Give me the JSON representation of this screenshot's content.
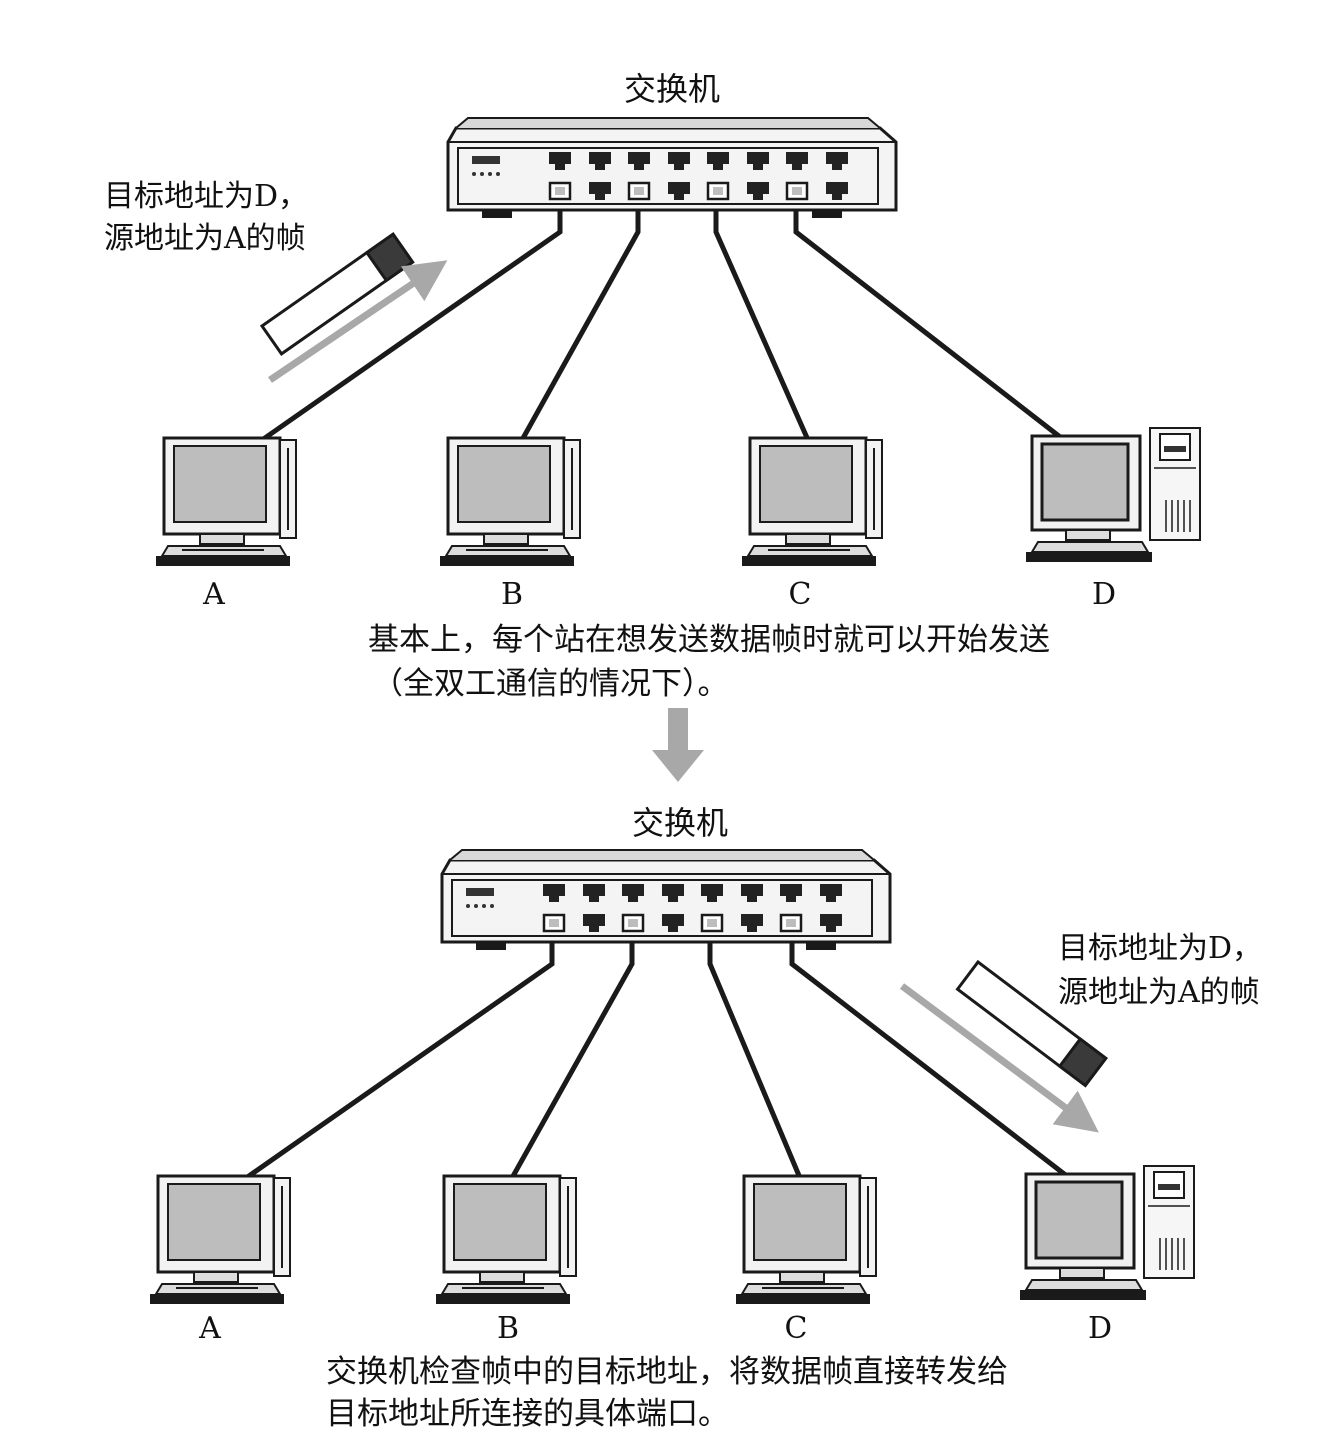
{
  "top": {
    "switch_label": "交换机",
    "frame_label_line1": "目标地址为D，",
    "frame_label_line2": "源地址为A的帧",
    "computers": [
      "A",
      "B",
      "C",
      "D"
    ],
    "caption_line1": "基本上，每个站在想发送数据帧时就可以开始发送",
    "caption_line2": "（全双工通信的情况下）。"
  },
  "bottom": {
    "switch_label": "交换机",
    "frame_label_line1": "目标地址为D，",
    "frame_label_line2": "源地址为A的帧",
    "computers": [
      "A",
      "B",
      "C",
      "D"
    ],
    "caption_line1": "交换机检查帧中的目标地址，将数据帧直接转发给",
    "caption_line2": "目标地址所连接的具体端口。"
  },
  "colors": {
    "line": "#1a1a1a",
    "panel": "#e6e6e6",
    "screen": "#bdbdbd",
    "arrow": "#a8a8a8",
    "frame_header": "#3a3a3a"
  }
}
